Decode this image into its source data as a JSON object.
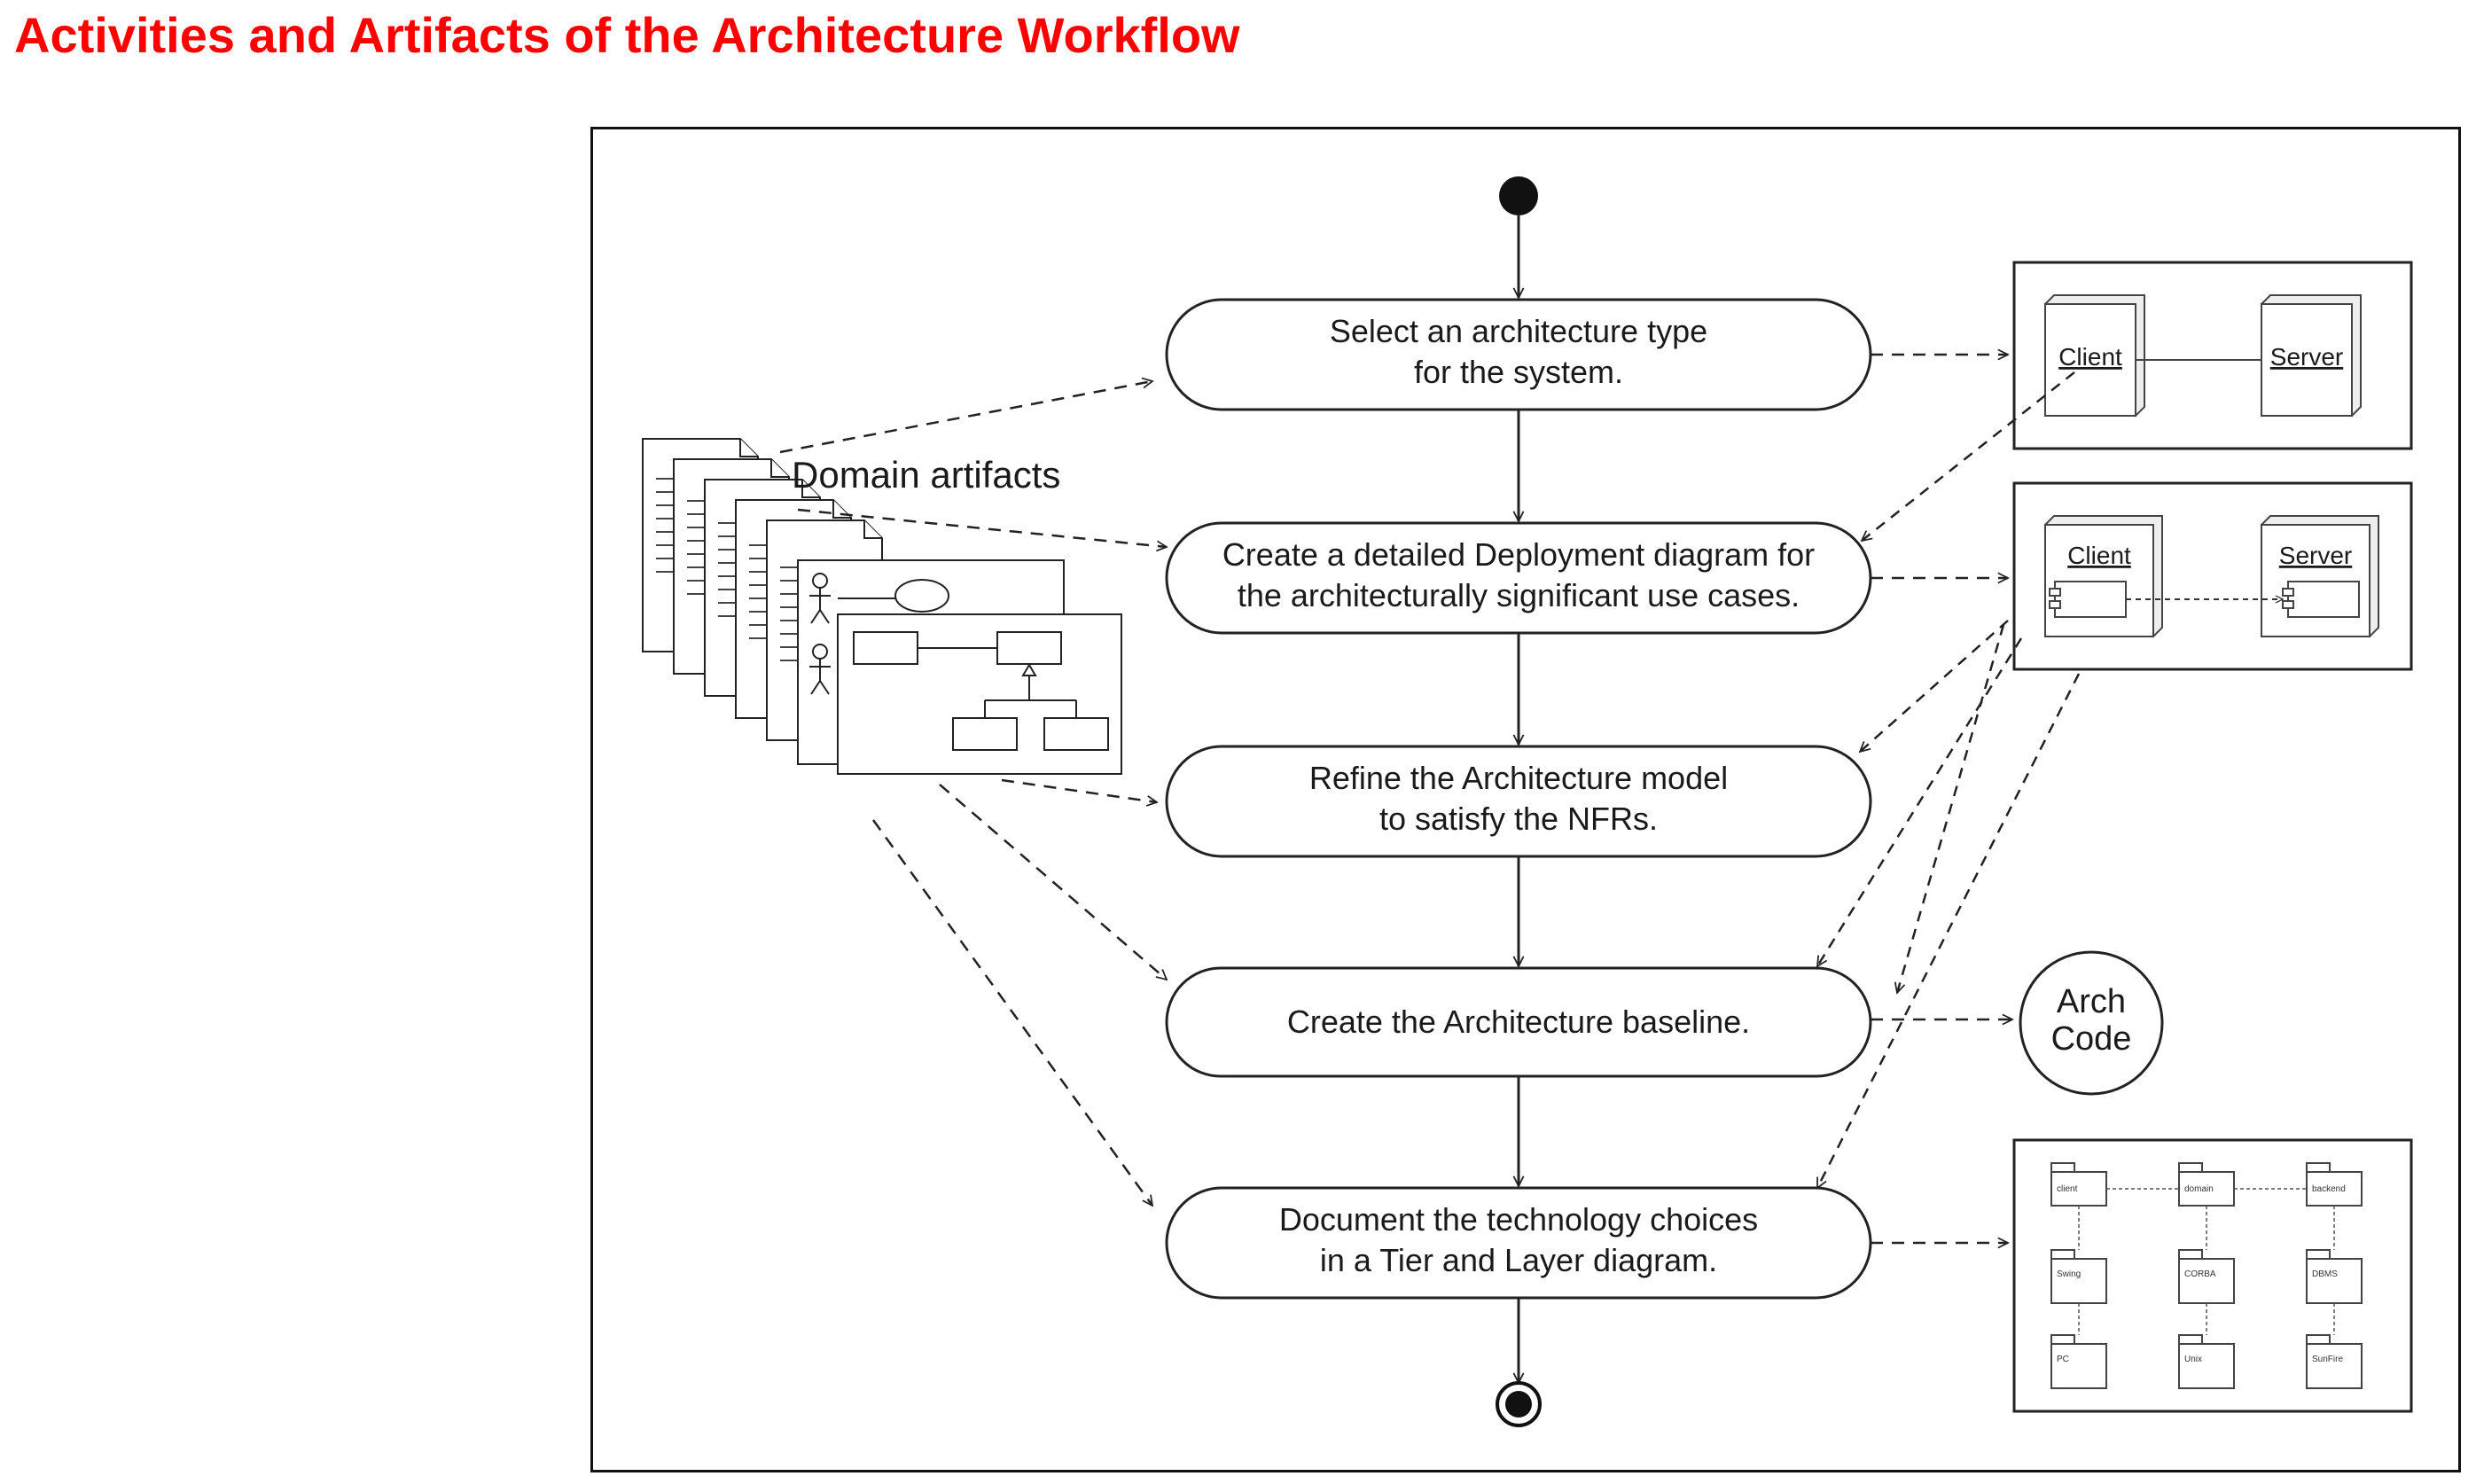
{
  "header": {
    "title": "Activities and Artifacts of the Architecture Workflow",
    "title_color": "#ff0000"
  },
  "diagram": {
    "activities": [
      {
        "line1": "Select an architecture type",
        "line2": "for the system."
      },
      {
        "line1": "Create a detailed Deployment diagram for",
        "line2": "the architecturally significant use cases."
      },
      {
        "line1": "Refine the Architecture model",
        "line2": "to satisfy the NFRs."
      },
      {
        "line1": "Create the Architecture baseline.",
        "line2": ""
      },
      {
        "line1": "Document the technology choices",
        "line2": "in a Tier and Layer diagram."
      }
    ],
    "domain_artifacts_label": "Domain artifacts",
    "deployment_simple": {
      "client": "Client",
      "server": "Server"
    },
    "deployment_detailed": {
      "client": "Client",
      "server": "Server"
    },
    "arch_code": {
      "line1": "Arch",
      "line2": "Code"
    },
    "tier_layer": {
      "row1": [
        "client",
        "domain",
        "backend"
      ],
      "row2": [
        "Swing",
        "CORBA",
        "DBMS"
      ],
      "row3": [
        "PC",
        "Unix",
        "SunFire"
      ]
    }
  }
}
